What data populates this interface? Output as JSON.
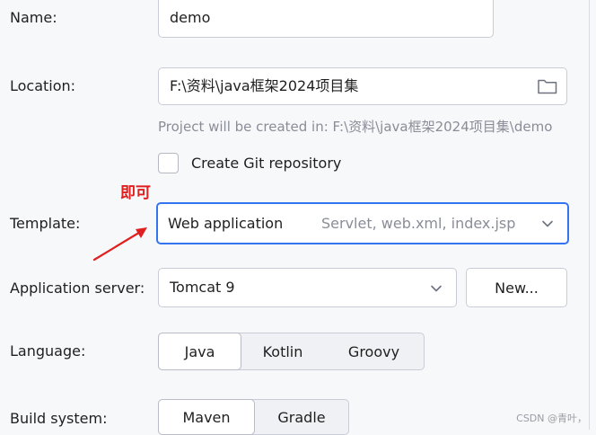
{
  "form": {
    "name": {
      "label": "Name:",
      "value": "demo"
    },
    "location": {
      "label": "Location:",
      "value": "F:\\资料\\java框架2024项目集",
      "hint": "Project will be created in: F:\\资料\\java框架2024项目集\\demo"
    },
    "git": {
      "label": "Create Git repository",
      "checked": false
    },
    "template": {
      "label": "Template:",
      "value": "Web application",
      "detail": "Servlet, web.xml, index.jsp"
    },
    "app_server": {
      "label": "Application server:",
      "value": "Tomcat 9",
      "new_button": "New..."
    },
    "language": {
      "label": "Language:",
      "options": [
        "Java",
        "Kotlin",
        "Groovy"
      ],
      "selected": "Java"
    },
    "build_system": {
      "label": "Build system:",
      "options": [
        "Maven",
        "Gradle"
      ],
      "selected": "Maven"
    }
  },
  "annotation": {
    "text": "即可",
    "color": "#e02020"
  },
  "watermark": "CSDN @青叶，",
  "colors": {
    "focus": "#3574f0",
    "annotation": "#e02020"
  }
}
